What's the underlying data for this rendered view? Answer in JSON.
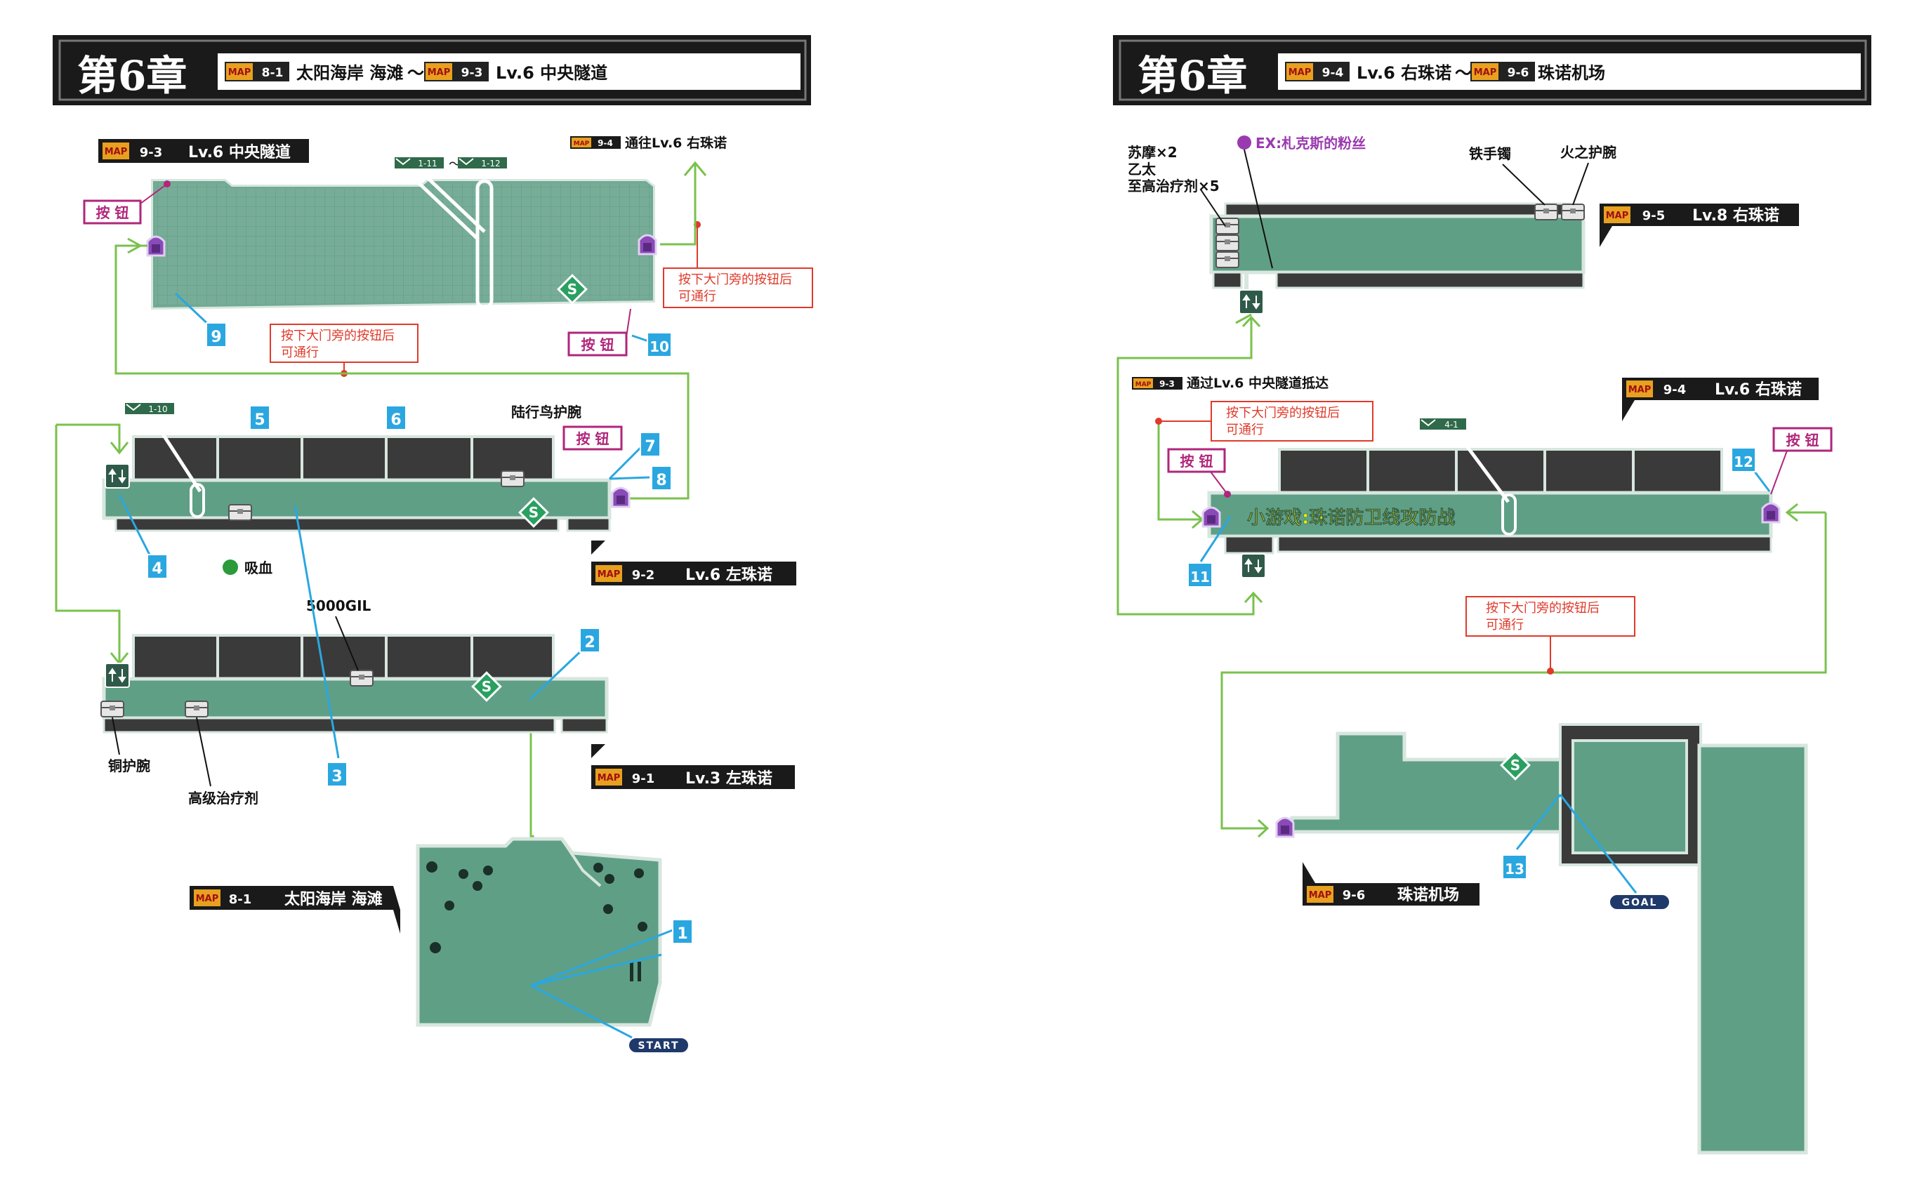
{
  "colors": {
    "floor": "#5f9f86",
    "floor_edge": "#d7e6de",
    "wall": "#3a3a3a",
    "route_green": "#79c24c",
    "route_blue": "#2aa7e0",
    "button_pink": "#b0267a",
    "note_red": "#e03a2a",
    "map_tag": "#e8a020",
    "minigame_yellow": "#f0f000",
    "door_purple": "#7a3aa0"
  },
  "chapter_left": {
    "title": "第6章",
    "map_a_code": "8-1",
    "map_a_name": "太阳海岸 海滩",
    "sep": "～",
    "map_b_code": "9-3",
    "map_b_name": "Lv.6 中央隧道"
  },
  "chapter_right": {
    "title": "第6章",
    "map_a_code": "9-4",
    "map_a_name": "Lv.6 右珠诺",
    "sep": "～",
    "map_b_code": "9-6",
    "map_b_name": "珠诺机场"
  },
  "map_tag_label": "MAP",
  "button_label": "按 钮",
  "gate_note": "按下大门旁的按钮后",
  "gate_note_2": "可通行",
  "left": {
    "area_93": {
      "code": "9-3",
      "name": "Lv.6 中央隧道"
    },
    "to_94": {
      "code": "9-4",
      "text": "通往Lv.6 右珠诺"
    },
    "mail_a": "1-11",
    "mail_tilde": "～",
    "mail_b": "1-12",
    "area_92": {
      "code": "9-2",
      "name": "Lv.6 左珠诺"
    },
    "area_91": {
      "code": "9-1",
      "name": "Lv.3 左珠诺"
    },
    "area_81": {
      "code": "8-1",
      "name": "太阳海岸 海滩"
    },
    "mail_c": "1-10",
    "item_bird_armlet": "陆行鸟护腕",
    "item_drain": "吸血",
    "item_gil": "5000GIL",
    "item_bronze": "铜护腕",
    "item_hipotion": "高级治疗剂",
    "start": "START",
    "markers": [
      "1",
      "2",
      "3",
      "4",
      "5",
      "6",
      "7",
      "8",
      "9",
      "10"
    ]
  },
  "right": {
    "items_stack": [
      "苏摩×2",
      "乙太",
      "至高治疗剂×5"
    ],
    "ex_text": "EX:札克斯的粉丝",
    "item_iron": "铁手镯",
    "item_fire": "火之护腕",
    "area_95": {
      "code": "9-5",
      "name": "Lv.8 右珠诺"
    },
    "from_93": {
      "code": "9-3",
      "text": "通过Lv.6 中央隧道抵达"
    },
    "mail_d": "4-1",
    "area_94": {
      "code": "9-4",
      "name": "Lv.6 右珠诺"
    },
    "minigame": "小游戏:珠诺防卫线攻防战",
    "area_96": {
      "code": "9-6",
      "name": "珠诺机场"
    },
    "goal": "GOAL",
    "markers": [
      "11",
      "12",
      "13"
    ]
  }
}
